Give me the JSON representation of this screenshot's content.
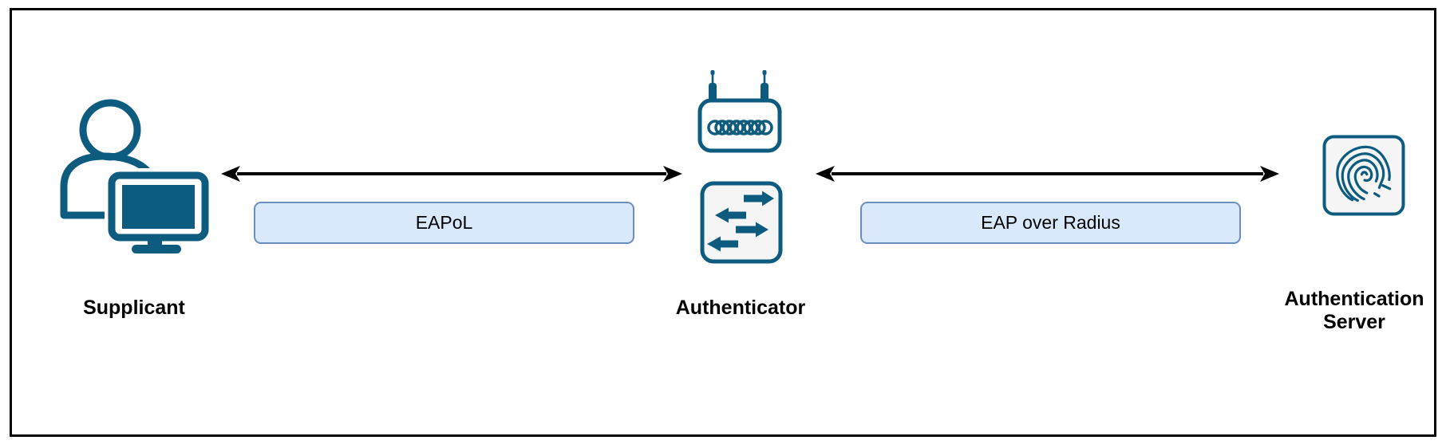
{
  "colors": {
    "icon_color": "#0d5c80",
    "label_box_fill": "#dae8fc",
    "label_box_border": "#6c8ebf",
    "panel_fill": "#f5f5f5",
    "arrow_color": "#000000",
    "border_color": "#000000",
    "text_color": "#000000"
  },
  "nodes": [
    {
      "id": "supplicant",
      "label": "Supplicant",
      "icons": [
        "person-with-computer-icon"
      ]
    },
    {
      "id": "authenticator",
      "label": "Authenticator",
      "icons": [
        "wireless-access-point-icon",
        "network-switch-icon"
      ]
    },
    {
      "id": "authentication-server",
      "label": "Authentication Server",
      "icons": [
        "fingerprint-icon"
      ]
    }
  ],
  "edges": [
    {
      "from": "supplicant",
      "to": "authenticator",
      "label": "EAPoL",
      "style": "double-headed-arrow"
    },
    {
      "from": "authenticator",
      "to": "authentication-server",
      "label": "EAP over Radius",
      "style": "double-headed-arrow"
    }
  ]
}
